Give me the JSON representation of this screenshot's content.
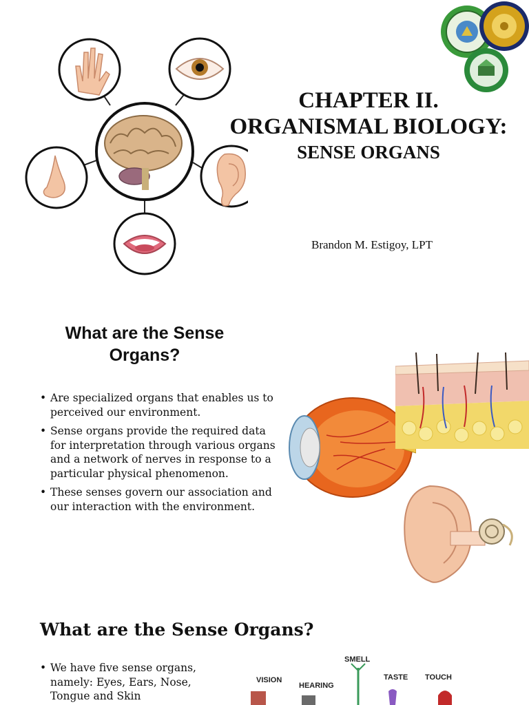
{
  "slide1": {
    "title_line1": "CHAPTER II.",
    "title_line2": "ORGANISMAL BIOLOGY:",
    "title_line3": "SENSE ORGANS",
    "author": "Brandon M. Estigoy, LPT"
  },
  "slide2": {
    "heading_line1": "What are the Sense",
    "heading_line2": "Organs?",
    "bullets": [
      "Are specialized organs that enables us to perceived our environment.",
      "Sense organs provide the required data for interpretation through various organs and a network of nerves in response to a particular physical phenomenon.",
      "These senses govern our association and our interaction with the environment."
    ]
  },
  "slide3": {
    "heading": "What are the Sense Organs?",
    "bullets": [
      "We have five sense organs, namely: Eyes, Ears, Nose, Tongue and Skin"
    ],
    "labels": {
      "vision": "VISION",
      "hearing": "HEARING",
      "smell": "SMELL",
      "taste": "TASTE",
      "touch": "TOUCH"
    }
  },
  "colors": {
    "skin": "#f3c4a4",
    "brain": "#d9b48a",
    "eye_orange": "#e8661e",
    "seal_green": "#3a9a3a",
    "seal_gold": "#d4a21c"
  },
  "icons": [
    "brain-icon",
    "hand-icon",
    "eye-icon",
    "nose-icon",
    "ear-icon",
    "mouth-icon",
    "college-seal-icon",
    "university-seal-icon",
    "campus-seal-icon"
  ]
}
